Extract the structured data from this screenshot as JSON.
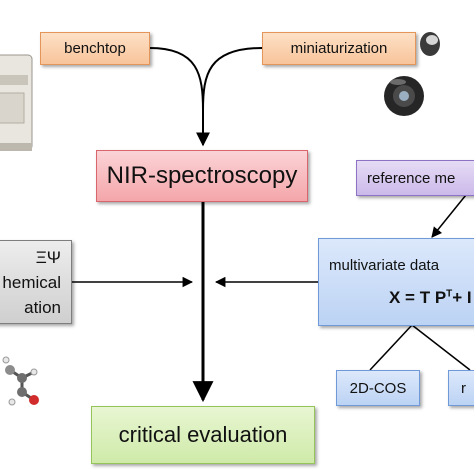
{
  "nodes": {
    "benchtop": "benchtop",
    "miniaturization": "miniaturization",
    "nir_spectroscopy": "NIR-spectroscopy",
    "reference_methods": "reference me",
    "multivariate_label": "multivariate data",
    "multivariate_formula": "X = T P",
    "multivariate_formula_sup": "T",
    "multivariate_formula_tail": "+ I",
    "quantum_line1": "ΞΨ",
    "quantum_line2": "hemical",
    "quantum_line3": "ation",
    "two_d_cos": "2D-COS",
    "right_partial": "r",
    "critical_evaluation": "critical evaluation"
  },
  "colors": {
    "orange": "#f8c49a",
    "pink": "#f4a6aa",
    "lavender": "#cbb9ea",
    "blue": "#bcd3f4",
    "grey": "#cfcfcf",
    "green": "#cfeaa9",
    "arrow": "#000000"
  }
}
